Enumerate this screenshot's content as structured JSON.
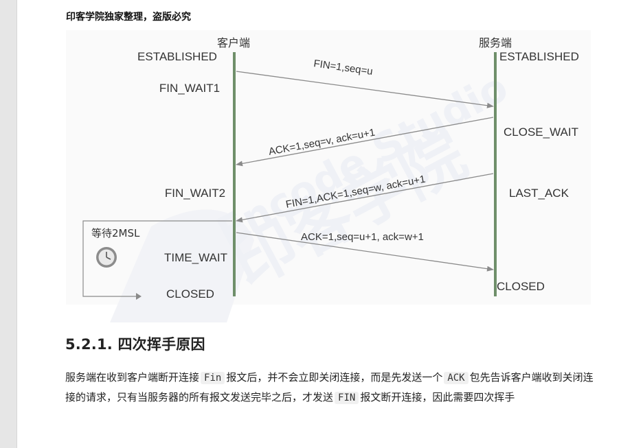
{
  "header_note": "印客学院独家整理，盗版必究",
  "diagram": {
    "client_label": "客户端",
    "server_label": "服务端",
    "client_states": {
      "established": "ESTABLISHED",
      "fin_wait1": "FIN_WAIT1",
      "fin_wait2": "FIN_WAIT2",
      "time_wait": "TIME_WAIT",
      "closed": "CLOSED"
    },
    "server_states": {
      "established": "ESTABLISHED",
      "close_wait": "CLOSE_WAIT",
      "last_ack": "LAST_ACK",
      "closed": "CLOSED"
    },
    "wait_label": "等待2MSL",
    "messages": {
      "m1": "FIN=1,seq=u",
      "m2": "ACK=1,seq=v, ack=u+1",
      "m3": "FIN=1,ACK=1,seq=w, ack=u+1",
      "m4": "ACK=1,seq=u+1, ack=w+1"
    },
    "watermark": {
      "brand_en": "Encode Studio",
      "brand_cn": "印客学院"
    }
  },
  "section": {
    "title": "5.2.1. 四次挥手原因"
  },
  "paragraph": {
    "p1": "服务端在收到客户端断开连接",
    "code1": "Fin",
    "p2": "报文后，并不会立即关闭连接，而是先发送一个",
    "code2": "ACK",
    "p3": "包先告诉客户端收到关闭连接的请求，只有当服务器的所有报文发送完毕之后，才发送",
    "code3": "FIN",
    "p4": "报文断开连接，因此需要四次挥手"
  },
  "colors": {
    "lifeline": "#6f8f6a",
    "arrow": "#8a8a8a",
    "watermark": "#eef0f5"
  }
}
